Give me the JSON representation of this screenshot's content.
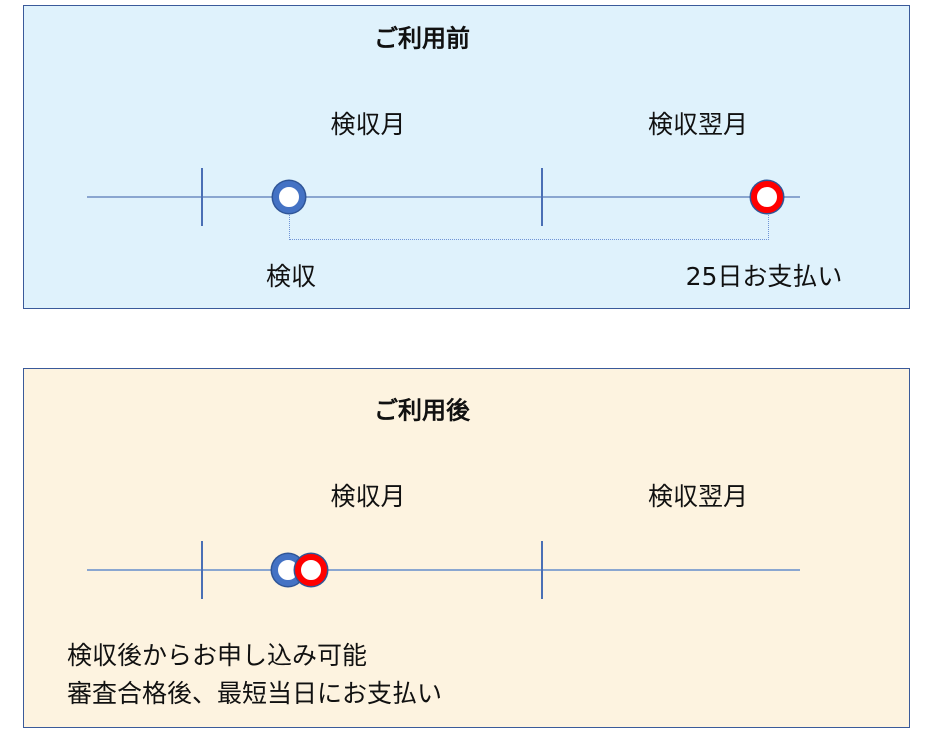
{
  "before": {
    "title": "ご利用前",
    "month1": "検収月",
    "month2": "検収翌月",
    "event1": "検収",
    "event2": "25日お支払い"
  },
  "after": {
    "title": "ご利用後",
    "month1": "検収月",
    "month2": "検収翌月",
    "note1": "検収後からお申し込み可能",
    "note2": "審査合格後、最短当日にお支払い"
  },
  "colors": {
    "before_bg": "#dff2fc",
    "after_bg": "#fdf3e0",
    "blue": "#4472c4",
    "red": "#ff0000"
  }
}
